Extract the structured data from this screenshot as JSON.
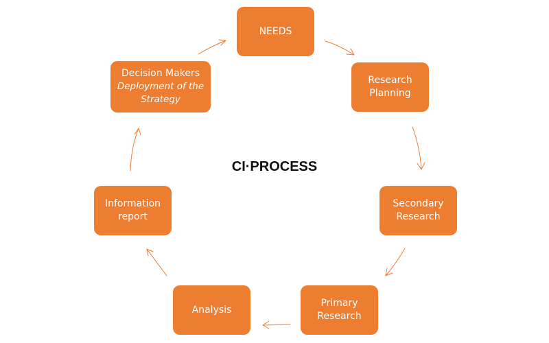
{
  "diagram": {
    "title": "CI·PROCESS",
    "accent_color": "#ed7d31",
    "steps": [
      {
        "label": "NEEDS"
      },
      {
        "label": "Research Planning"
      },
      {
        "label": "Secondary Research"
      },
      {
        "label": "Primary Research"
      },
      {
        "label": "Analysis"
      },
      {
        "label": "Information report"
      },
      {
        "label": "Decision Makers",
        "sublabel": "Deployment of the Strategy"
      }
    ],
    "flow": "clockwise cycle: NEEDS → Research Planning → Secondary Research → Primary Research → Analysis → Information report → Decision Makers → NEEDS"
  }
}
